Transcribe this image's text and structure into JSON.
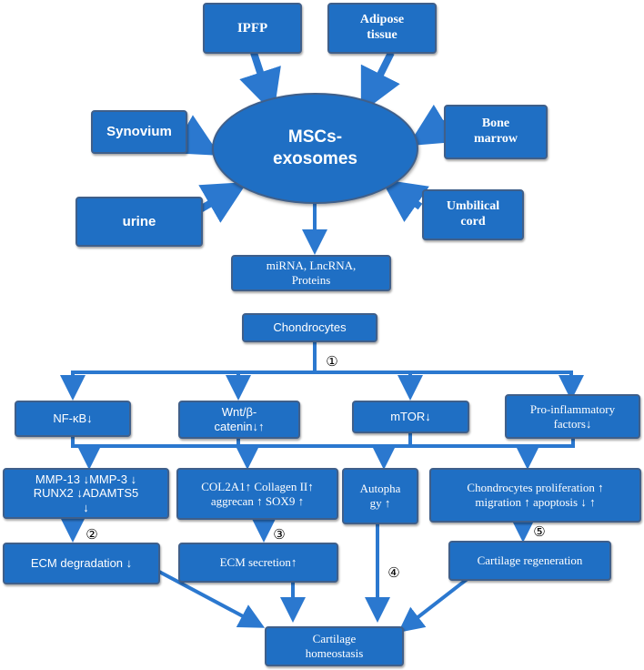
{
  "colors": {
    "box_fill": "#1f6fc4",
    "arrow": "#2b78cf",
    "text": "#ffffff"
  },
  "sources": {
    "ipfp": "IPFP",
    "adipose": "Adipose\ntissue",
    "synovium": "Synovium",
    "bone_marrow": "Bone\nmarrow",
    "urine": "urine",
    "umbilical": "Umbilical\ncord"
  },
  "center": "MSCs-\nexosomes",
  "cargo": "miRNA, LncRNA,\nProteins",
  "chondrocytes": "Chondrocytes",
  "markers": {
    "m1": "①",
    "m2": "②",
    "m3": "③",
    "m4": "④",
    "m5": "⑤"
  },
  "pathways": {
    "nfkb": "NF-κB↓",
    "wnt": "Wnt/β-\ncatenin↓↑",
    "mtor": "mTOR↓",
    "proinflam": "Pro-inflammatory\nfactors↓"
  },
  "effects": {
    "mmp": "MMP-13 ↓MMP-3 ↓\nRUNX2 ↓ADAMTS5\n↓",
    "col": "COL2A1↑ Collagen II↑\naggrecan ↑ SOX9 ↑",
    "autophagy": "Autopha\ngy ↑",
    "prolif": "Chondrocytes proliferation ↑\nmigration ↑ apoptosis ↓ ↑"
  },
  "outcomes": {
    "ecm_deg": "ECM degradation ↓",
    "ecm_sec": "ECM secretion↑",
    "regen": "Cartilage regeneration",
    "homeostasis": "Cartilage\nhomeostasis"
  }
}
